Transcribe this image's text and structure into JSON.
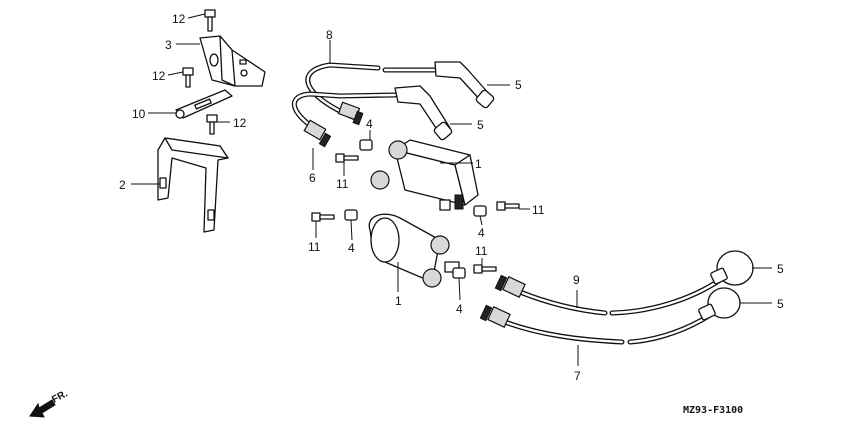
{
  "callouts": {
    "c1_upper": "1",
    "c1_lower": "1",
    "c2": "2",
    "c3": "3",
    "c4_a": "4",
    "c4_b": "4",
    "c4_c": "4",
    "c4_d": "4",
    "c5_a": "5",
    "c5_b": "5",
    "c5_c": "5",
    "c5_d": "5",
    "c6": "6",
    "c7": "7",
    "c8": "8",
    "c9": "9",
    "c10": "10",
    "c11_a": "11",
    "c11_b": "11",
    "c11_c": "11",
    "c11_d": "11",
    "c12_a": "12",
    "c12_b": "12",
    "c12_c": "12"
  },
  "diagram_code": "MZ93-F3100",
  "front_label": "FR."
}
